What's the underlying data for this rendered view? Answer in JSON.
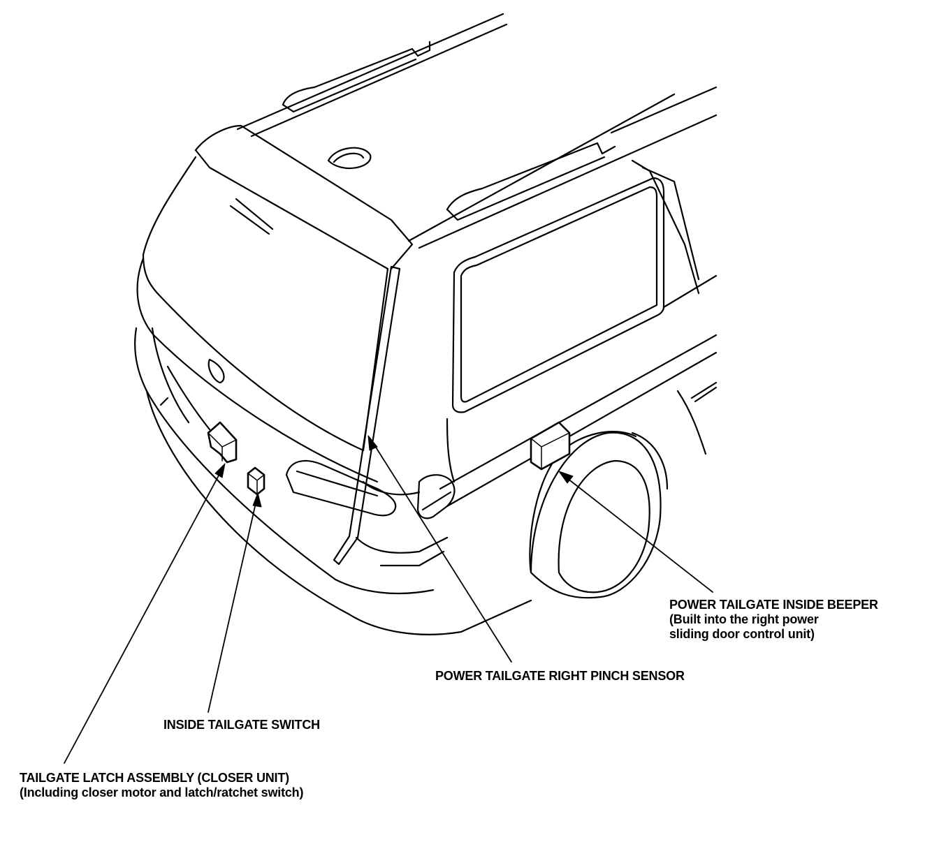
{
  "labels": {
    "beeper": {
      "title": "POWER TAILGATE INSIDE BEEPER",
      "line2": "(Built into the right power",
      "line3": "sliding door control unit)"
    },
    "pinch_sensor": {
      "title": "POWER TAILGATE RIGHT PINCH SENSOR"
    },
    "inside_switch": {
      "title": "INSIDE TAILGATE SWITCH"
    },
    "latch": {
      "title": "TAILGATE LATCH ASSEMBLY (CLOSER UNIT)",
      "line2": "(Including closer motor and latch/ratchet switch)"
    }
  },
  "icons": {
    "vehicle": "minivan-rear-view-line-drawing"
  },
  "colors": {
    "ink": "#000000",
    "paper": "#ffffff"
  }
}
